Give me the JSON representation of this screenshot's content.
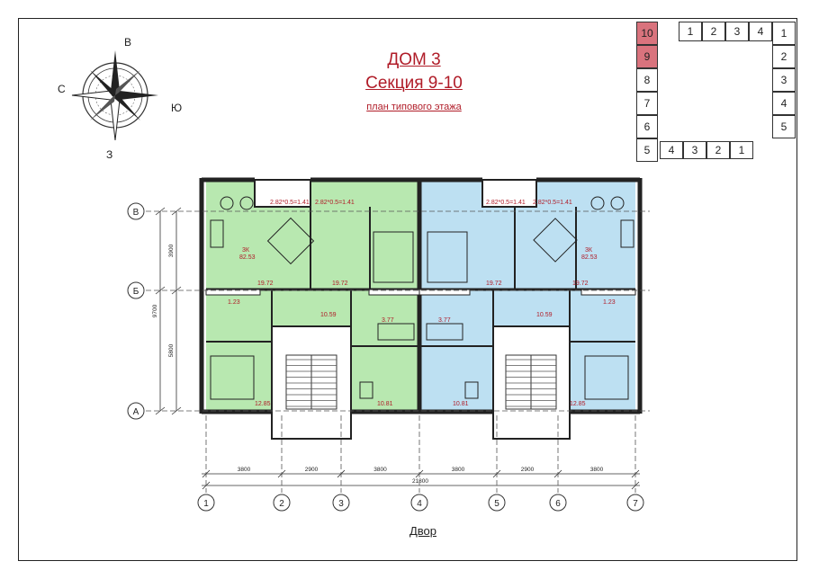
{
  "titles": {
    "house": "ДОМ 3",
    "section": "Секция 9-10",
    "plan": "план типового этажа"
  },
  "compass": {
    "north": "В",
    "west": "С",
    "east": "Ю",
    "south": "З"
  },
  "yard_label": "Двор",
  "key_plan": {
    "top_row": [
      "1",
      "2",
      "3",
      "4"
    ],
    "right_col": [
      "1",
      "2",
      "3",
      "4",
      "5"
    ],
    "left_col": [
      "10",
      "9",
      "8",
      "7",
      "6",
      "5"
    ],
    "bottom_row": [
      "4",
      "3",
      "2",
      "1"
    ],
    "highlighted": [
      "10",
      "9"
    ],
    "highlight_color": "#d9737d"
  },
  "axes": {
    "columns": [
      "1",
      "2",
      "3",
      "4",
      "5",
      "6",
      "7"
    ],
    "rows": [
      "В",
      "Б",
      "А"
    ],
    "spans": [
      "3800",
      "2900",
      "3800",
      "3800",
      "2900",
      "3800"
    ],
    "total": "21800",
    "vertical_spans": [
      "3900",
      "5800"
    ],
    "vertical_total": "9700"
  },
  "rooms": {
    "balcony": "2.82*0.5=1.41",
    "kitchen": "19.72",
    "living": "10.59",
    "bath": "3.77",
    "bedroom_large": "12.85",
    "bedroom_small": "10.81",
    "wc": "1.23",
    "flat_type": "3К",
    "flat_area": "82.53"
  },
  "colors": {
    "left_apartment": "#b8e8b0",
    "right_apartment": "#bde0f2",
    "accent": "#b01c28",
    "wall": "#222222"
  }
}
